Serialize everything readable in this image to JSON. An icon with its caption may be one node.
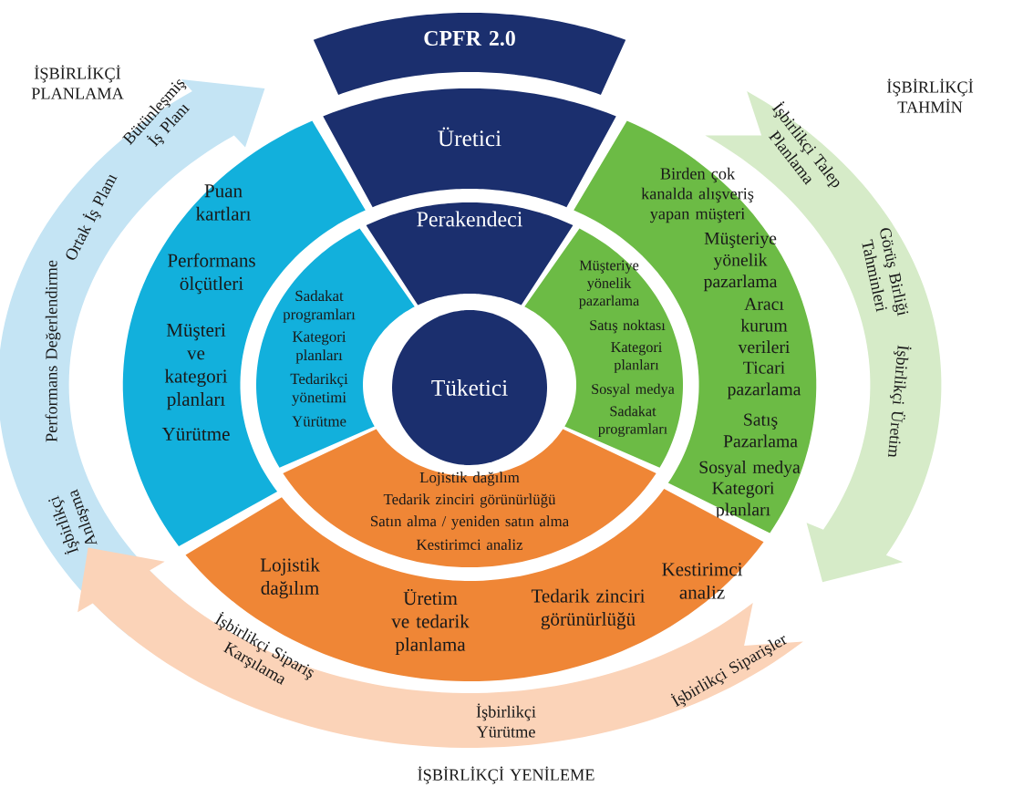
{
  "diagram": {
    "nodes": [
      {
        "text": [
          "CPFR 2.0"
        ]
      },
      {
        "text": [
          "Üretici"
        ]
      },
      {
        "text": [
          "Puan kartları",
          "Performans ölçütleri",
          "Müşteri ve kategori planları",
          "Yürütme"
        ]
      },
      {
        "text": [
          "Birden çok kanalda alışveriş yapan müşteri",
          "Müşteriye yönelik pazarlama",
          "Aracı kurum verileri",
          "Ticari pazarlama",
          "Satış Pazarlama",
          "Sosyal medya",
          "Kategori planları"
        ]
      },
      {
        "text": [
          "Lojistik dağılım",
          "Üretim ve tedarik planlama",
          "Tedarik zinciri görünürlüğü",
          "Kestirimci analiz"
        ]
      },
      {
        "text": [
          "Perakendeci"
        ]
      },
      {
        "text": [
          "Sadakat programları",
          "Kategori planları",
          "Tedarikçi yönetimi",
          "Yürütme"
        ]
      },
      {
        "text": [
          "Müşteriye yönelik pazarlama",
          "Satış noktası",
          "Kategori planları",
          "Sosyal medya",
          "Sadakat programları"
        ]
      },
      {
        "text": [
          "Lojistik dağılım",
          "Tedarik zinciri görünürlüğü",
          "Satın alma / yeniden satın alma",
          "Kestirimci analiz"
        ]
      },
      {
        "text": [
          "Tüketici"
        ]
      },
      {
        "text": [
          "İŞBİRLİKÇİ PLANLAMA",
          "Bütünleşmiş İş Planı",
          "Ortak İş Planı",
          "Performans Değerlendirme",
          "İşbirlikçi Anlaşma"
        ]
      },
      {
        "text": [
          "İŞBİRLİKÇİ TAHMİN",
          "İşbirlikçi Talep Planlama",
          "Görüş Birliği Tahminleri",
          "İşbirlikçi Üretim"
        ]
      },
      {
        "text": [
          "İşbirlikçi Sipariş Karşılama",
          "İşbirlikçi Yürütme",
          "İşbirlikçi Siparişler",
          "İŞBİRLİKÇİ YENİLEME"
        ]
      }
    ]
  }
}
